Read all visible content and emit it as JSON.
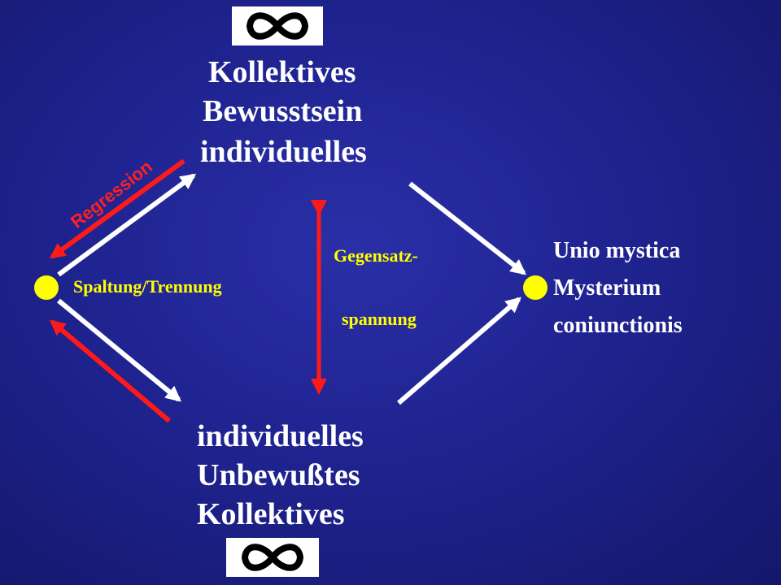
{
  "top_block": {
    "line1": "Kollektives",
    "line2": "Bewusstsein",
    "line3": "individuelles"
  },
  "bottom_block": {
    "line1": "individuelles",
    "line2": "Unbewußtes",
    "line3": "Kollektives"
  },
  "right_block": {
    "line1": "Unio mystica",
    "line2": "Mysterium",
    "line3": "coniunctionis"
  },
  "labels": {
    "split": "Spaltung/Trennung",
    "tension_line1": "Gegensatz-",
    "tension_line2": "spannung",
    "regression": "Regression"
  },
  "icons": {
    "top": "infinity-icon",
    "bottom": "infinity-icon"
  },
  "colors": {
    "background": "#1f238f",
    "arrow_white": "#ffffff",
    "arrow_red": "#ff1a1a",
    "node": "#ffff00",
    "label_yellow": "#ffff00"
  }
}
